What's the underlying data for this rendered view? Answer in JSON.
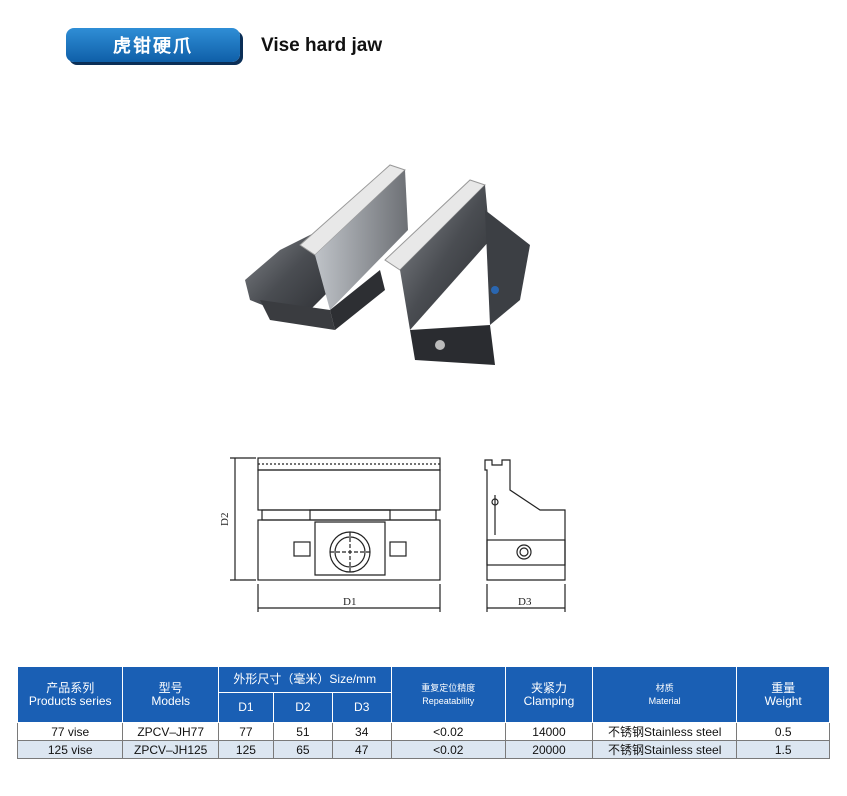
{
  "header": {
    "badge_text": "虎钳硬爪",
    "title": "Vise hard jaw"
  },
  "drawing": {
    "label_d1": "D1",
    "label_d2": "D2",
    "label_d3": "D3"
  },
  "table": {
    "col_series_cn": "产品系列",
    "col_series_en": "Products series",
    "col_model_cn": "型号",
    "col_model_en": "Models",
    "col_size": "外形尺寸（毫米）Size/mm",
    "col_d1": "D1",
    "col_d2": "D2",
    "col_d3": "D3",
    "col_repeat_cn": "重复定位精度",
    "col_repeat_en": "Repeatability",
    "col_clamp_cn": "夹紧力",
    "col_clamp_en": "Clamping",
    "col_material_cn": "材质",
    "col_material_en": "Material",
    "col_weight_cn": "重量",
    "col_weight_en": "Weight",
    "rows": [
      {
        "series": "77 vise",
        "model": "ZPCV–JH77",
        "d1": "77",
        "d2": "51",
        "d3": "34",
        "repeat": "<0.02",
        "clamp": "14000",
        "material": "不锈钢Stainless steel",
        "weight": "0.5"
      },
      {
        "series": "125 vise",
        "model": "ZPCV–JH125",
        "d1": "125",
        "d2": "65",
        "d3": "47",
        "repeat": "<0.02",
        "clamp": "20000",
        "material": "不锈钢Stainless steel",
        "weight": "1.5"
      }
    ]
  }
}
